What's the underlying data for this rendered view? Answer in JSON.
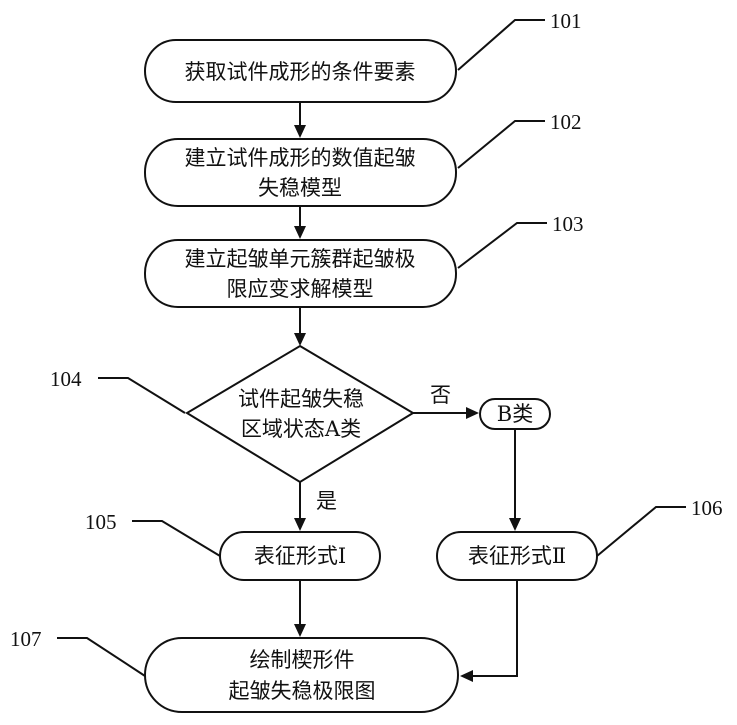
{
  "steps": {
    "s101": {
      "ref": "101",
      "lines": [
        "获取试件成形的条件要素"
      ]
    },
    "s102": {
      "ref": "102",
      "lines": [
        "建立试件成形的数值起皱",
        "失稳模型"
      ]
    },
    "s103": {
      "ref": "103",
      "lines": [
        "建立起皱单元簇群起皱极",
        "限应变求解模型"
      ]
    },
    "s104": {
      "ref": "104",
      "lines": [
        "试件起皱失稳",
        "区域状态A类"
      ]
    },
    "b_class": {
      "lines": [
        "B类"
      ]
    },
    "s105": {
      "ref": "105",
      "lines": [
        "表征形式Ⅰ"
      ]
    },
    "s106": {
      "ref": "106",
      "lines": [
        "表征形式Ⅱ"
      ]
    },
    "s107": {
      "ref": "107",
      "lines": [
        "绘制楔形件",
        "起皱失稳极限图"
      ]
    }
  },
  "branch_labels": {
    "no": "否",
    "yes": "是"
  }
}
